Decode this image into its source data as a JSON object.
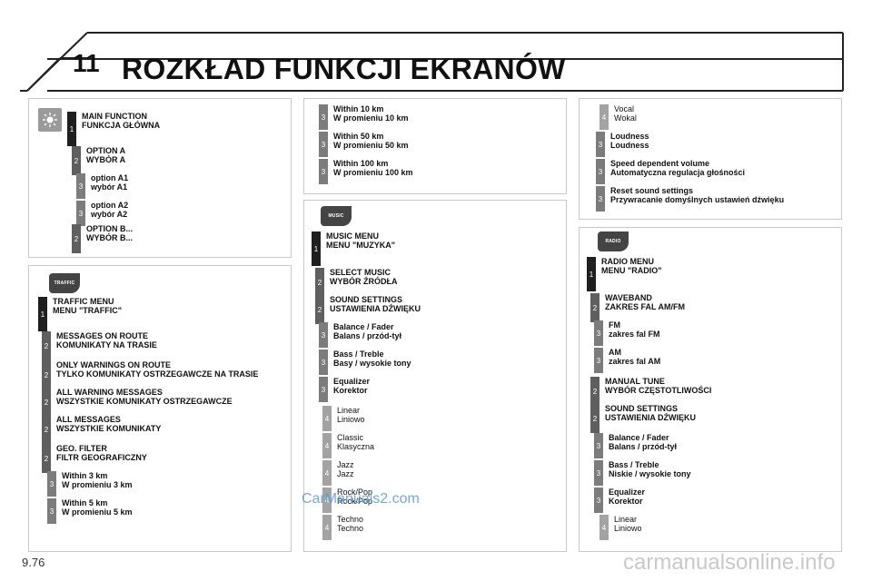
{
  "page": {
    "chapter_number": "11",
    "title": "ROZKŁAD FUNKCJI EKRANÓW",
    "page_number": "9.76",
    "watermark_site": "carmanualsonline.info",
    "watermark_mid": "CarManuals2.com"
  },
  "icons": {
    "traffic_label": "TRAFFIC",
    "music_label": "MUSIC",
    "radio_label": "RADIO"
  },
  "main_panel": [
    {
      "level": "1",
      "line1": "MAIN FUNCTION",
      "line2": "FUNKCJA GŁÓWNA"
    },
    {
      "level": "2",
      "line1": "OPTION A",
      "line2": "WYBÓR A"
    },
    {
      "level": "3",
      "line1": "option A1",
      "line2": "wybór A1"
    },
    {
      "level": "3",
      "line1": "option A2",
      "line2": "wybór A2"
    },
    {
      "level": "2",
      "line1": "OPTION B...",
      "line2": "WYBÓR B..."
    }
  ],
  "traffic_panel": [
    {
      "level": "1",
      "line1": "TRAFFIC MENU",
      "line2": "MENU \"TRAFFIC\""
    },
    {
      "level": "2",
      "line1": "MESSAGES ON ROUTE",
      "line2": "KOMUNIKATY NA TRASIE"
    },
    {
      "level": "2",
      "line1": "ONLY WARNINGS ON ROUTE",
      "line2": "TYLKO KOMUNIKATY OSTRZEGAWCZE NA TRASIE"
    },
    {
      "level": "2",
      "line1": "ALL WARNING MESSAGES",
      "line2": "WSZYSTKIE KOMUNIKATY OSTRZEGAWCZE"
    },
    {
      "level": "2",
      "line1": "ALL MESSAGES",
      "line2": "WSZYSTKIE KOMUNIKATY"
    },
    {
      "level": "2",
      "line1": "GEO. FILTER",
      "line2": "FILTR GEOGRAFICZNY"
    },
    {
      "level": "3",
      "line1": "Within 3 km",
      "line2": "W promieniu 3 km"
    },
    {
      "level": "3",
      "line1": "Within 5 km",
      "line2": "W promieniu 5 km"
    }
  ],
  "within_panel": [
    {
      "level": "3",
      "line1": "Within 10 km",
      "line2": "W promieniu 10 km"
    },
    {
      "level": "3",
      "line1": "Within 50 km",
      "line2": "W promieniu 50 km"
    },
    {
      "level": "3",
      "line1": "Within 100 km",
      "line2": "W promieniu 100 km"
    }
  ],
  "music_panel": [
    {
      "level": "1",
      "line1": "MUSIC MENU",
      "line2": "MENU \"MUZYKA\""
    },
    {
      "level": "2",
      "line1": "SELECT MUSIC",
      "line2": "WYBÓR ŹRÓDŁA"
    },
    {
      "level": "2",
      "line1": "SOUND SETTINGS",
      "line2": "USTAWIENIA DŹWIĘKU"
    },
    {
      "level": "3",
      "line1": "Balance / Fader",
      "line2": "Balans / przód-tył"
    },
    {
      "level": "3",
      "line1": "Bass / Treble",
      "line2": "Basy / wysokie tony"
    },
    {
      "level": "3",
      "line1": "Equalizer",
      "line2": "Korektor"
    },
    {
      "level": "4",
      "line1": "Linear",
      "line2": "Liniowo"
    },
    {
      "level": "4",
      "line1": "Classic",
      "line2": "Klasyczna"
    },
    {
      "level": "4",
      "line1": "Jazz",
      "line2": "Jazz"
    },
    {
      "level": "4",
      "line1": "Rock/Pop",
      "line2": "Rock/Pop"
    },
    {
      "level": "4",
      "line1": "Techno",
      "line2": "Techno"
    }
  ],
  "sound_panel": [
    {
      "level": "4",
      "line1": "Vocal",
      "line2": "Wokal"
    },
    {
      "level": "3",
      "line1": "Loudness",
      "line2": "Loudness"
    },
    {
      "level": "3",
      "line1": "Speed dependent volume",
      "line2": "Automatyczna regulacja głośności"
    },
    {
      "level": "3",
      "line1": "Reset sound settings",
      "line2": "Przywracanie domyślnych ustawień dźwięku"
    }
  ],
  "radio_panel": [
    {
      "level": "1",
      "line1": "RADIO MENU",
      "line2": "MENU \"RADIO\""
    },
    {
      "level": "2",
      "line1": "WAVEBAND",
      "line2": "ZAKRES FAL AM/FM"
    },
    {
      "level": "3",
      "line1": "FM",
      "line2": "zakres fal FM"
    },
    {
      "level": "3",
      "line1": "AM",
      "line2": "zakres fal AM"
    },
    {
      "level": "2",
      "line1": "MANUAL TUNE",
      "line2": "WYBÓR CZĘSTOTLIWOŚCI"
    },
    {
      "level": "2",
      "line1": "SOUND SETTINGS",
      "line2": "USTAWIENIA DŹWIĘKU"
    },
    {
      "level": "3",
      "line1": "Balance / Fader",
      "line2": "Balans / przód-tył"
    },
    {
      "level": "3",
      "line1": "Bass / Treble",
      "line2": "Niskie / wysokie tony"
    },
    {
      "level": "3",
      "line1": "Equalizer",
      "line2": "Korektor"
    },
    {
      "level": "4",
      "line1": "Linear",
      "line2": "Liniowo"
    }
  ]
}
